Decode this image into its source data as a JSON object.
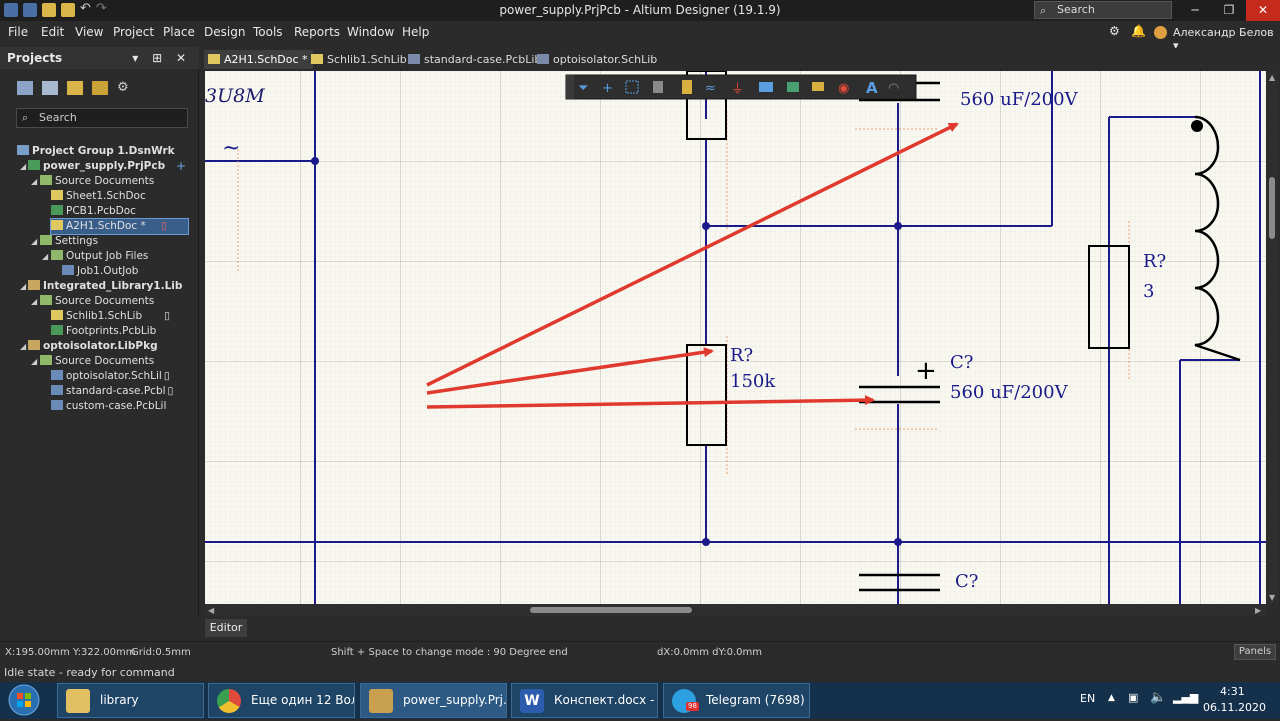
{
  "window": {
    "title": "power_supply.PrjPcb - Altium Designer (19.1.9)",
    "search_placeholder": "Search"
  },
  "menu": [
    "File",
    "Edit",
    "View",
    "Project",
    "Place",
    "Design",
    "Tools",
    "Reports",
    "Window",
    "Help"
  ],
  "user": "Александр Белов",
  "projects_panel": {
    "title": "Projects",
    "search_placeholder": "Search",
    "tree": [
      {
        "label": "Project Group 1.DsnWrk",
        "bold": true
      },
      {
        "label": "power_supply.PrjPcb",
        "bold": true
      },
      {
        "label": "Source Documents"
      },
      {
        "label": "Sheet1.SchDoc"
      },
      {
        "label": "PCB1.PcbDoc"
      },
      {
        "label": "A2H1.SchDoc *",
        "selected": true
      },
      {
        "label": "Settings"
      },
      {
        "label": "Output Job Files"
      },
      {
        "label": "Job1.OutJob"
      },
      {
        "label": "Integrated_Library1.Lib",
        "bold": true
      },
      {
        "label": "Source Documents"
      },
      {
        "label": "Schlib1.SchLib"
      },
      {
        "label": "Footprints.PcbLib"
      },
      {
        "label": "optoisolator.LibPkg",
        "bold": true
      },
      {
        "label": "Source Documents"
      },
      {
        "label": "optoisolator.SchLil"
      },
      {
        "label": "standard-case.Pcbl"
      },
      {
        "label": "custom-case.PcbLil"
      }
    ]
  },
  "doc_tabs": [
    "A2H1.SchDoc *",
    "Schlib1.SchLib",
    "standard-case.PcbLib",
    "optoisolator.SchLib"
  ],
  "schematic": {
    "part_label_top_left": "3U8M",
    "ac_symbol": "~",
    "cap_top_value": "560 uF/200V",
    "r1_designator": "R?",
    "r1_value": "150k",
    "c2_designator": "C?",
    "c2_value": "560 uF/200V",
    "r2_designator": "R?",
    "r2_value": "3",
    "c3_designator": "C?",
    "plus_sign": "+",
    "toolbar_text_tool": "A",
    "colors": {
      "wire": "#1a1a8a",
      "arrow": "#e03a2e",
      "sheet": "#f8f8f1",
      "grid": "#c9c9c9"
    }
  },
  "editor_tab": "Editor",
  "status": {
    "coords": "X:195.00mm Y:322.00mm",
    "grid": "Grid:0.5mm",
    "hint": "Shift + Space to change mode : 90 Degree end",
    "delta": "dX:0.0mm dY:0.0mm",
    "panels_button": "Panels",
    "state": "Idle state - ready for command"
  },
  "taskbar": {
    "items": [
      "library",
      "Еще один 12 Вол...",
      "power_supply.Prj...",
      "Конспект.docx - ...",
      "Telegram (7698)"
    ],
    "telegram_badge": "98",
    "lang": "EN",
    "time": "4:31",
    "date": "06.11.2020"
  }
}
